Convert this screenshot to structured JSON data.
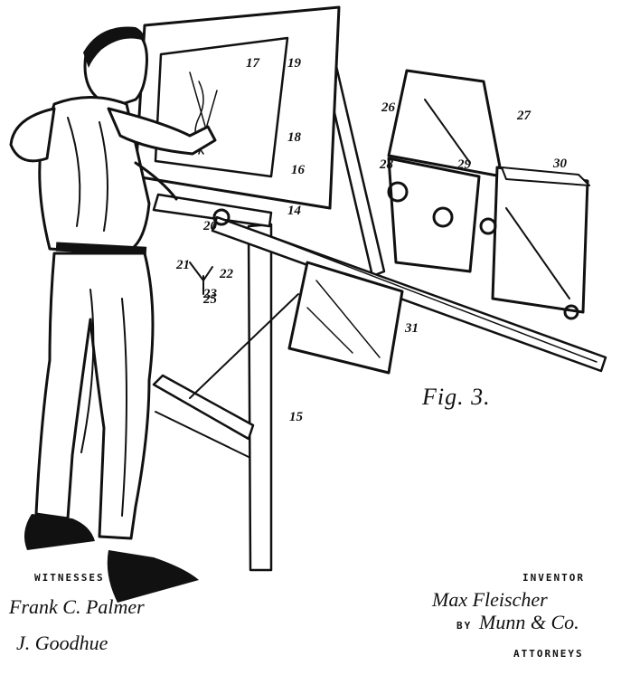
{
  "figure": {
    "caption": "Fig. 3.",
    "reference_numerals": [
      "17",
      "19",
      "18",
      "14",
      "16",
      "20",
      "21",
      "22",
      "23",
      "25",
      "15",
      "26",
      "27",
      "28",
      "29",
      "30",
      "31"
    ]
  },
  "signatures": {
    "witnesses_label": "WITNESSES",
    "witness_names": [
      "Frank C. Palmer",
      "J. Goodhue"
    ],
    "inventor_label": "INVENTOR",
    "inventor_name": "Max Fleischer",
    "by_label": "BY",
    "attorneys_signature": "Munn & Co.",
    "attorneys_label": "ATTORNEYS"
  }
}
